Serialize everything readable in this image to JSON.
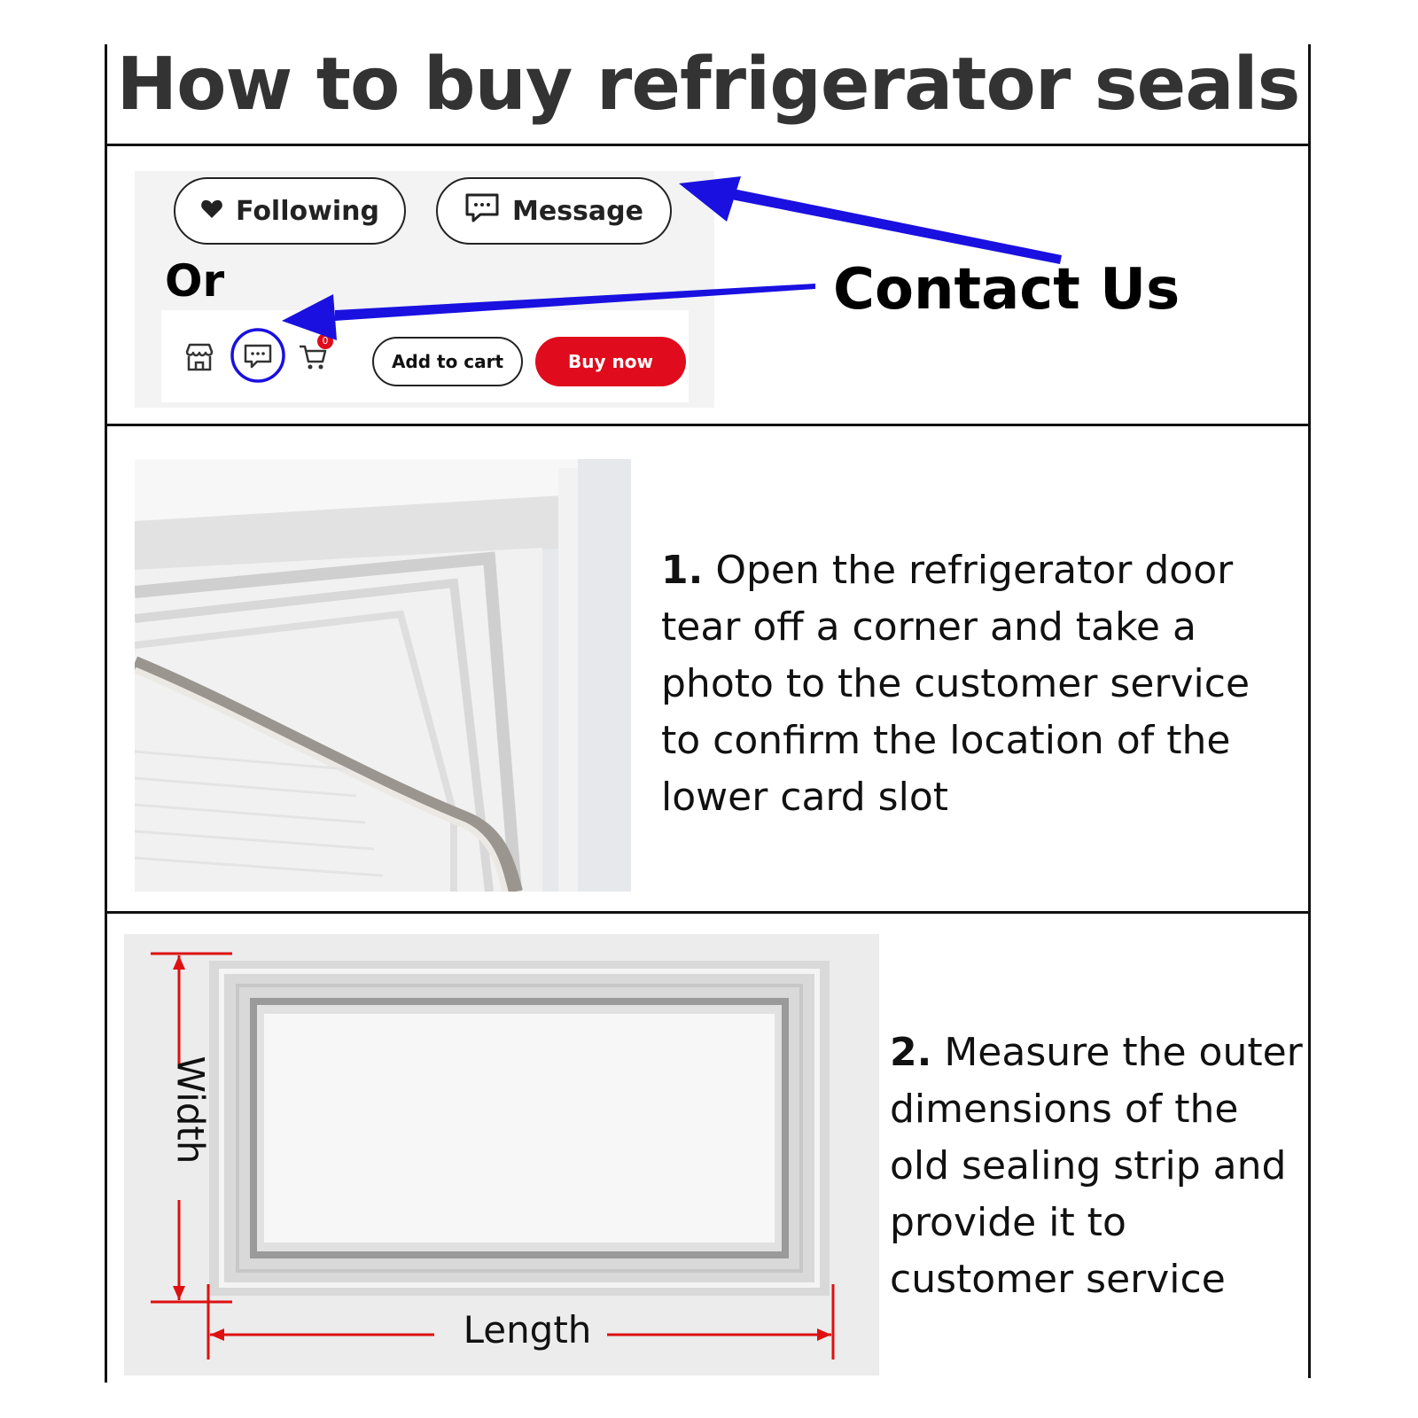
{
  "title": "How to buy refrigerator seals",
  "contact": {
    "following_label": "Following",
    "message_label": "Message",
    "or_label": "Or",
    "add_to_cart_label": "Add to cart",
    "buy_now_label": "Buy now",
    "contact_us_label": "Contact Us",
    "cart_badge": "0",
    "icons": [
      "heart-icon",
      "message-icon",
      "store-icon",
      "chat-icon",
      "cart-icon",
      "arrow-icon"
    ]
  },
  "steps": [
    {
      "number": "1.",
      "text": "Open the refrigerator door tear off a corner and take a photo to the customer service to confirm the location of the lower card slot"
    },
    {
      "number": "2.",
      "text": "Measure the outer dimensions of the old sealing strip and provide it to customer service"
    }
  ],
  "dimensions": {
    "width_label": "Width",
    "length_label": "Length"
  },
  "colors": {
    "arrow": "#1a10e0",
    "buy_now": "#e00b1c",
    "dimension": "#d11",
    "title": "#333333"
  }
}
